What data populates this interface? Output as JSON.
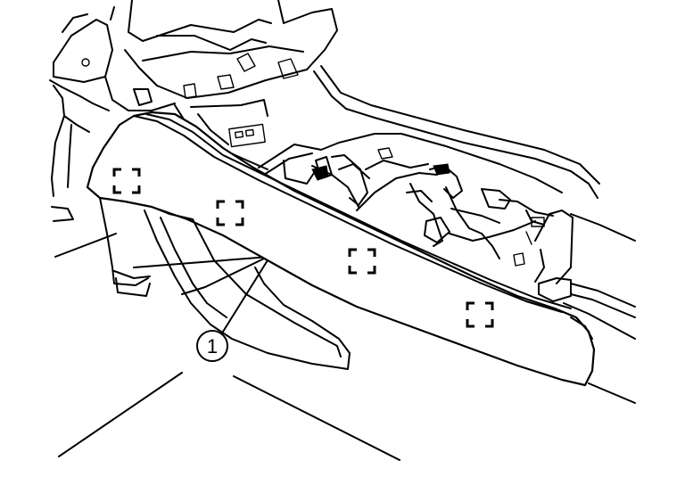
{
  "callouts": [
    {
      "id": "1",
      "label": "1"
    }
  ],
  "clip_symbols": [
    "clip-1",
    "clip-2",
    "clip-3",
    "clip-4"
  ]
}
